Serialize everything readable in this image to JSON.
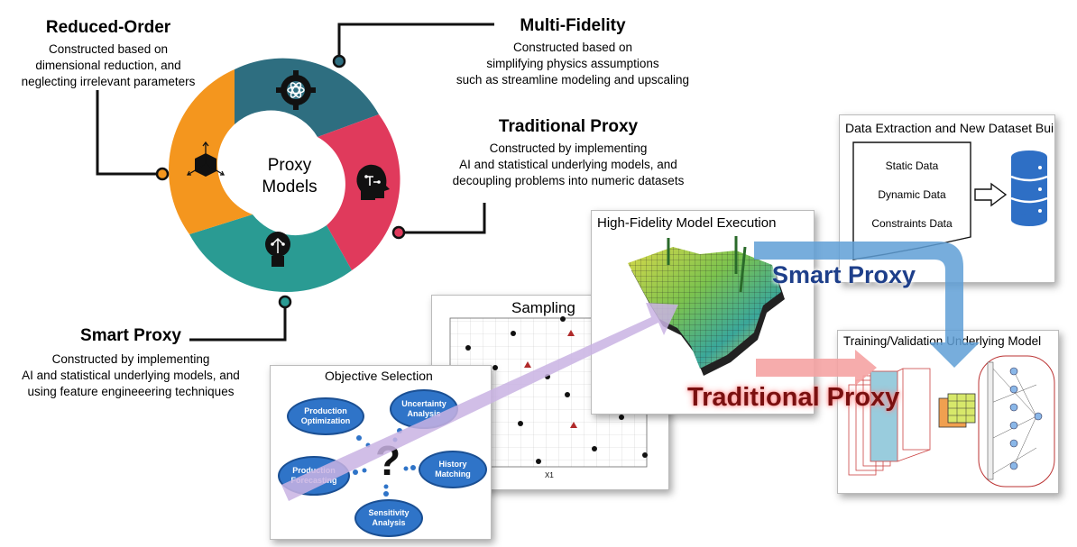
{
  "colors": {
    "teal_dark": "#2e6e80",
    "crimson": "#e03a5c",
    "teal": "#2a9b93",
    "orange": "#f4961e",
    "lavender": "#c9b3e3",
    "smart_blue": "#5f9fd6",
    "traditional_pink": "#f5a3a3",
    "cloud_blue": "#2f74c8"
  },
  "wheel": {
    "center_label": "Proxy Models",
    "segment_icons": [
      "gear-atom-icon",
      "ai-head-icon",
      "lightbulb-icon",
      "cube-icon"
    ]
  },
  "categories": {
    "reduced_order": {
      "title": "Reduced-Order",
      "desc": [
        "Constructed based on",
        "dimensional reduction, and",
        "neglecting irrelevant parameters"
      ]
    },
    "multi_fidelity": {
      "title": "Multi-Fidelity",
      "desc": [
        "Constructed based on",
        "simplifying physics assumptions",
        "such as streamline modeling and upscaling"
      ]
    },
    "traditional_proxy": {
      "title": "Traditional Proxy",
      "desc": [
        "Constructed by implementing",
        "AI and statistical underlying models, and",
        "decoupling problems into numeric datasets"
      ]
    },
    "smart_proxy": {
      "title": "Smart Proxy",
      "desc": [
        "Constructed by implementing",
        "AI and statistical underlying models, and",
        "using feature engineeering techniques"
      ]
    }
  },
  "workflow": {
    "objective": {
      "title": "Objective Selection",
      "clouds": {
        "optimization": "Production Optimization",
        "uncertainty": "Uncertainty Analysis",
        "forecasting": "Production Forecasting",
        "history": "History Matching",
        "sensitivity": "Sensitivity Analysis"
      },
      "question_mark": "?"
    },
    "sampling": {
      "title": "Sampling",
      "axis_label": "X1"
    },
    "hifi": {
      "title": "High-Fidelity Model Execution"
    },
    "extraction": {
      "title": "Data Extraction and New Dataset Build-up",
      "items": [
        "Static Data",
        "Dynamic Data",
        "Constraints Data"
      ]
    },
    "training": {
      "title": "Training/Validation Underlying Model"
    },
    "smart_label": "Smart Proxy",
    "traditional_label": "Traditional Proxy"
  }
}
